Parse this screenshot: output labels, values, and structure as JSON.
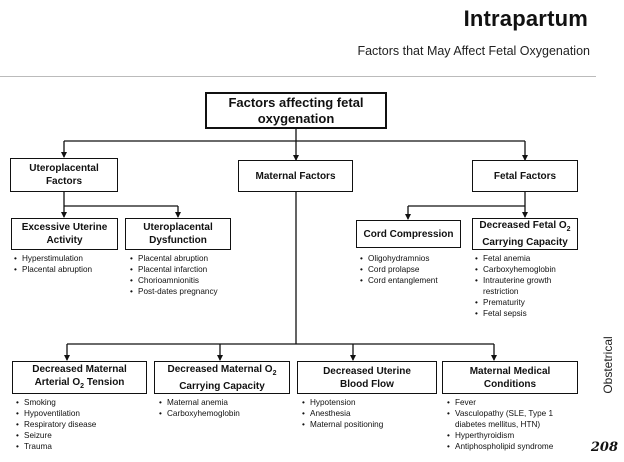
{
  "header": {
    "title": "Intrapartum",
    "subtitle": "Factors that May Affect Fetal Oxygenation"
  },
  "diagram": {
    "root": {
      "line1": "Factors affecting fetal",
      "line2": "oxygenation"
    },
    "uteroplacental": {
      "line1": "Uteroplacental",
      "line2": "Factors"
    },
    "maternal": {
      "label": "Maternal Factors"
    },
    "fetal": {
      "label": "Fetal Factors"
    },
    "excessive_uterine_activity": {
      "line1": "Excessive Uterine",
      "line2": "Activity",
      "items": [
        "Hyperstimulation",
        "Placental abruption"
      ]
    },
    "uteroplacental_dysfunction": {
      "line1": "Uteroplacental",
      "line2": "Dysfunction",
      "items": [
        "Placental abruption",
        "Placental infarction",
        "Chorioamnionitis",
        "Post-dates pregnancy"
      ]
    },
    "cord_compression": {
      "label": "Cord Compression",
      "items": [
        "Oligohydramnios",
        "Cord prolapse",
        "Cord entanglement"
      ]
    },
    "decreased_fetal_o2": {
      "line1_prefix": "Decreased Fetal O",
      "line1_sub": "2",
      "line2": "Carrying Capacity",
      "items": [
        "Fetal anemia",
        "Carboxyhemoglobin",
        "Intrauterine growth restriction",
        "Prematurity",
        "Fetal sepsis"
      ]
    },
    "decreased_maternal_arterial": {
      "line1": "Decreased Maternal",
      "line2_prefix": "Arterial O",
      "line2_sub": "2",
      "line2_suffix": " Tension",
      "items": [
        "Smoking",
        "Hypoventilation",
        "Respiratory disease",
        "Seizure",
        "Trauma"
      ]
    },
    "decreased_maternal_o2": {
      "line1_prefix": "Decreased Maternal O",
      "line1_sub": "2",
      "line2": "Carrying Capacity",
      "items": [
        "Maternal anemia",
        "Carboxyhemoglobin"
      ]
    },
    "decreased_uterine_blood_flow": {
      "line1": "Decreased Uterine",
      "line2": "Blood Flow",
      "items": [
        "Hypotension",
        "Anesthesia",
        "Maternal positioning"
      ]
    },
    "maternal_medical_conditions": {
      "line1": "Maternal Medical",
      "line2": "Conditions",
      "items": [
        "Fever",
        "Vasculopathy (SLE, Type 1 diabetes mellitus, HTN)",
        "Hyperthyroidism",
        "Antiphospholipid syndrome"
      ]
    }
  },
  "footer": {
    "side_label": "Obstetrical",
    "page_number": "208"
  }
}
